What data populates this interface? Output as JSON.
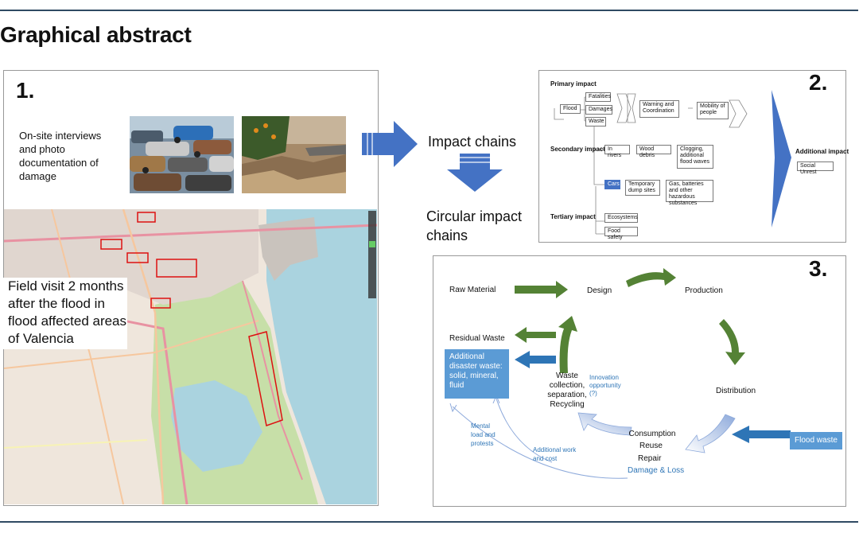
{
  "title": "Graphical abstract",
  "panel1": {
    "number": "1.",
    "interview_text": "On-site interviews and photo documentation of damage",
    "field_text": "Field visit 2 months after the flood in flood affected areas of Valencia"
  },
  "flow": {
    "impact_chains": "Impact chains",
    "circular_impact_chains": "Circular impact chains"
  },
  "panel2": {
    "number": "2.",
    "primary_impact": "Primary impact",
    "flood": "Flood",
    "fatalities": "Fatalities",
    "damages": "Damages",
    "waste": "Waste",
    "warning": "Warning and Coordination",
    "mobility": "Mobility of people",
    "secondary_impact": "Secondary impact",
    "in_rivers": "In rivers",
    "wood_debris": "Wood debris",
    "clogging": "Clogging, additional flood waves",
    "cars": "Cars",
    "temporary": "Temporary dump sites",
    "gas": "Gas, batteries and other hazardous substances",
    "tertiary_impact": "Tertiary impact",
    "ecosystems": "Ecosystems",
    "food_safety": "Food safety",
    "additional_impact": "Additional impact",
    "social_unrest": "Social Unrest"
  },
  "panel3": {
    "number": "3.",
    "raw_material": "Raw Material",
    "design": "Design",
    "production": "Production",
    "distribution": "Distribution",
    "consumption": "Consumption",
    "reuse": "Reuse",
    "repair": "Repair",
    "damage_loss": "Damage & Loss",
    "waste_collection": "Waste collection, separation, Recycling",
    "residual_waste": "Residual Waste",
    "additional_disaster_waste": "Additional disaster waste: solid, mineral, fluid",
    "innovation": "Innovation opportunity (?)",
    "mental_load": "Mental load and protests",
    "additional_work": "Additional work and cost",
    "flood_waste": "Flood waste"
  },
  "colors": {
    "green_arrow": "#548235",
    "blue_arrow": "#4472c4",
    "light_blue": "#5b9bd5",
    "text_blue": "#2e75b6"
  }
}
